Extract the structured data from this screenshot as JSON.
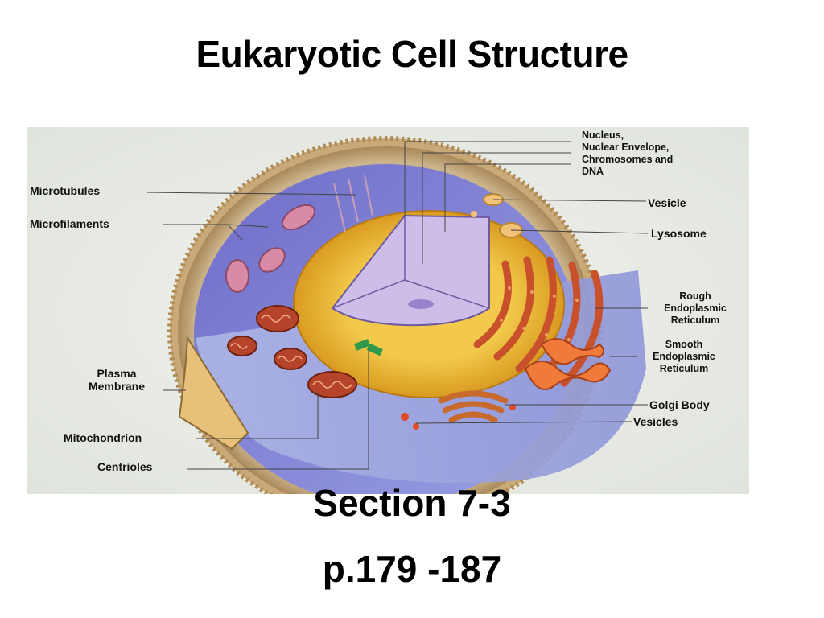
{
  "slide": {
    "title": "Eukaryotic Cell Structure",
    "section": "Section 7-3",
    "pages": "p.179 -187"
  },
  "diagram": {
    "labels": {
      "nucleus_group": [
        "Nucleus,",
        "Nuclear Envelope,",
        "Chromosomes and",
        "DNA"
      ],
      "vesicle": "Vesicle",
      "lysosome": "Lysosome",
      "rough_er": [
        "Rough",
        "Endoplasmic",
        "Reticulum"
      ],
      "smooth_er": [
        "Smooth",
        "Endoplasmic",
        "Reticulum"
      ],
      "golgi_body": "Golgi Body",
      "vesicles": "Vesicles",
      "microtubules": "Microtubules",
      "microfilaments": "Microfilaments",
      "plasma_membrane": [
        "Plasma",
        "Membrane"
      ],
      "mitochondrion": "Mitochondrion",
      "centrioles": "Centrioles"
    },
    "colors": {
      "background": "#e9ece6",
      "cell_wall": "#c9a978",
      "cytoplasm": "#8a86d8",
      "nuclear_envelope": "#e8b530",
      "nucleus": "#c9b4e0",
      "mitochondria": "#b6442a",
      "er": "#c8502a",
      "golgi": "#c86a2e"
    }
  }
}
